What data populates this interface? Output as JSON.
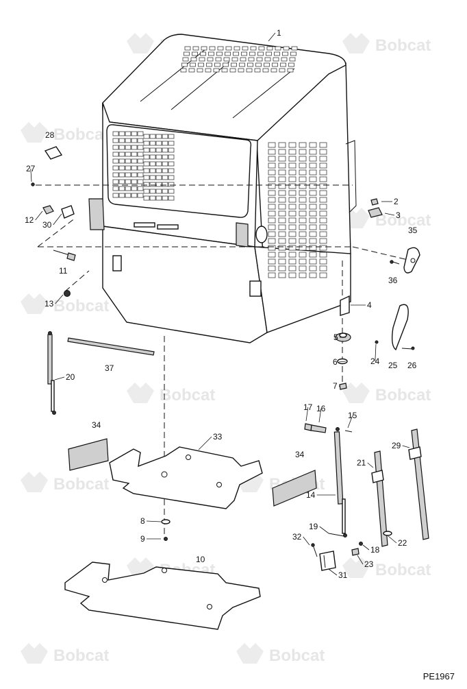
{
  "watermark": {
    "brand": "Bobcat"
  },
  "drawing": {
    "code": "PE1967"
  },
  "parts": [
    {
      "id": "part-1",
      "label": "1"
    },
    {
      "id": "part-2",
      "label": "2"
    },
    {
      "id": "part-3",
      "label": "3"
    },
    {
      "id": "part-4",
      "label": "4"
    },
    {
      "id": "part-5",
      "label": "5"
    },
    {
      "id": "part-6",
      "label": "6"
    },
    {
      "id": "part-7",
      "label": "7"
    },
    {
      "id": "part-8",
      "label": "8"
    },
    {
      "id": "part-9",
      "label": "9"
    },
    {
      "id": "part-10",
      "label": "10"
    },
    {
      "id": "part-11",
      "label": "11"
    },
    {
      "id": "part-12",
      "label": "12"
    },
    {
      "id": "part-13",
      "label": "13"
    },
    {
      "id": "part-14",
      "label": "14"
    },
    {
      "id": "part-15",
      "label": "15"
    },
    {
      "id": "part-16",
      "label": "16"
    },
    {
      "id": "part-17",
      "label": "17"
    },
    {
      "id": "part-18",
      "label": "18"
    },
    {
      "id": "part-19",
      "label": "19"
    },
    {
      "id": "part-20",
      "label": "20"
    },
    {
      "id": "part-21",
      "label": "21"
    },
    {
      "id": "part-22",
      "label": "22"
    },
    {
      "id": "part-23",
      "label": "23"
    },
    {
      "id": "part-24",
      "label": "24"
    },
    {
      "id": "part-25",
      "label": "25"
    },
    {
      "id": "part-26",
      "label": "26"
    },
    {
      "id": "part-27",
      "label": "27"
    },
    {
      "id": "part-28",
      "label": "28"
    },
    {
      "id": "part-29",
      "label": "29"
    },
    {
      "id": "part-30",
      "label": "30"
    },
    {
      "id": "part-31",
      "label": "31"
    },
    {
      "id": "part-32",
      "label": "32"
    },
    {
      "id": "part-33",
      "label": "33"
    },
    {
      "id": "part-34",
      "label": "34"
    },
    {
      "id": "part-35",
      "label": "35"
    },
    {
      "id": "part-36",
      "label": "36"
    },
    {
      "id": "part-37",
      "label": "37"
    }
  ]
}
